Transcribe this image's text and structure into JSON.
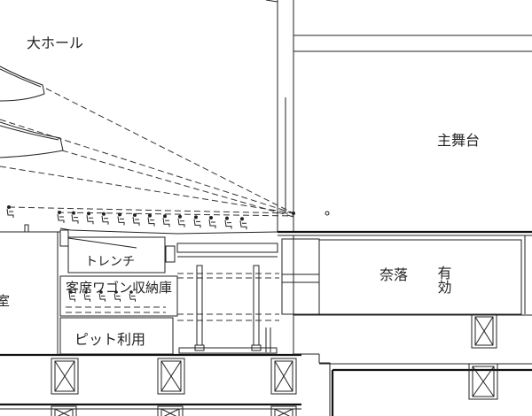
{
  "labels": {
    "hall": "大ホール",
    "main_stage": "主舞台",
    "trench": "トレンチ",
    "wagon_storage": "客席ワゴン収納庫",
    "pit_use": "ピット利用",
    "naraku": "奈落",
    "effective": "有効",
    "room_partial": "室"
  },
  "colors": {
    "line": "#222222",
    "background": "#ffffff"
  }
}
